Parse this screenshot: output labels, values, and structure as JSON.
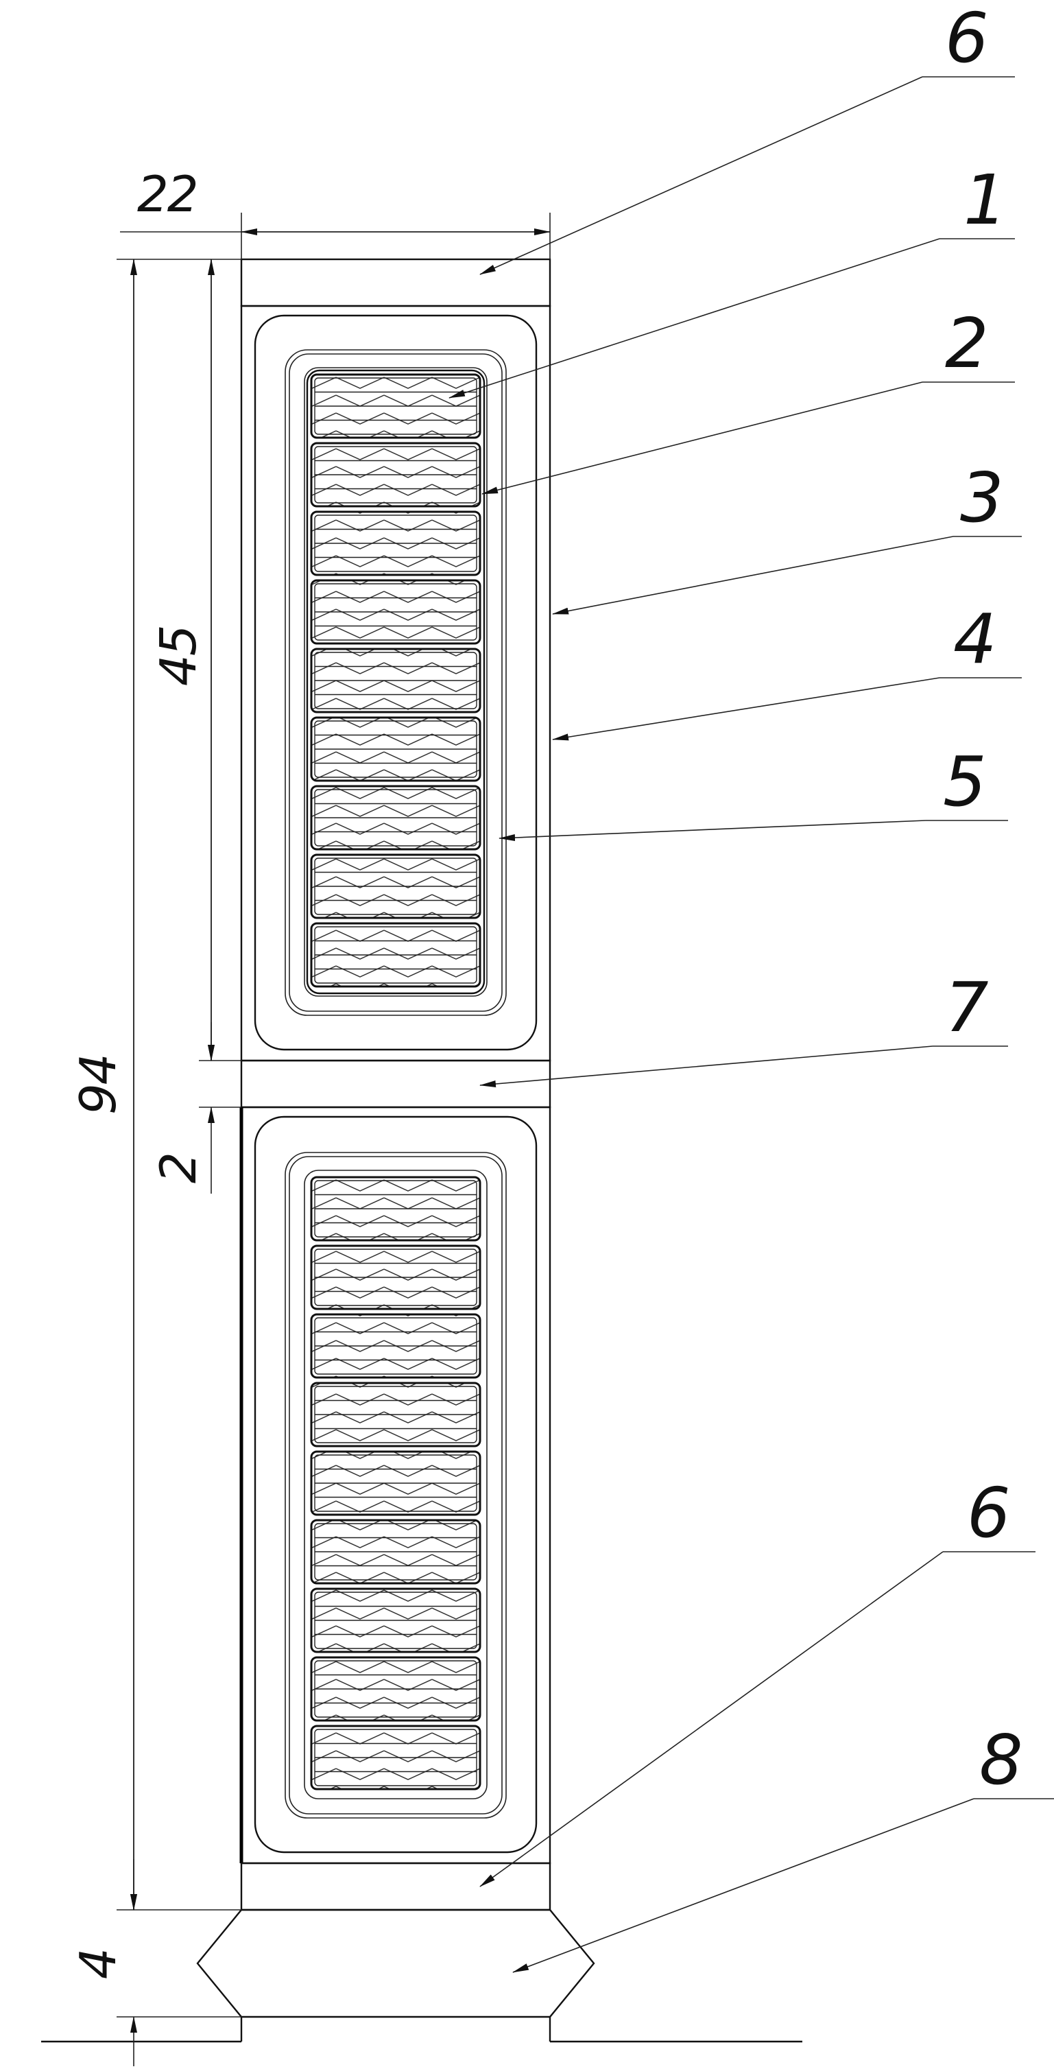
{
  "dimensions": {
    "width": "22",
    "total_height": "94",
    "coil_height": "45",
    "spacer_gap": "2",
    "base_height": "4"
  },
  "callouts": [
    {
      "id": "top-6",
      "text": "6"
    },
    {
      "id": "c1",
      "text": "1"
    },
    {
      "id": "c2",
      "text": "2"
    },
    {
      "id": "c3",
      "text": "3"
    },
    {
      "id": "c4",
      "text": "4"
    },
    {
      "id": "c5",
      "text": "5"
    },
    {
      "id": "c7",
      "text": "7"
    },
    {
      "id": "bottom-6",
      "text": "6"
    },
    {
      "id": "c8",
      "text": "8"
    }
  ],
  "coil": {
    "conductor_count": 9
  },
  "colors": {
    "line": "#111111",
    "background": "#ffffff"
  }
}
